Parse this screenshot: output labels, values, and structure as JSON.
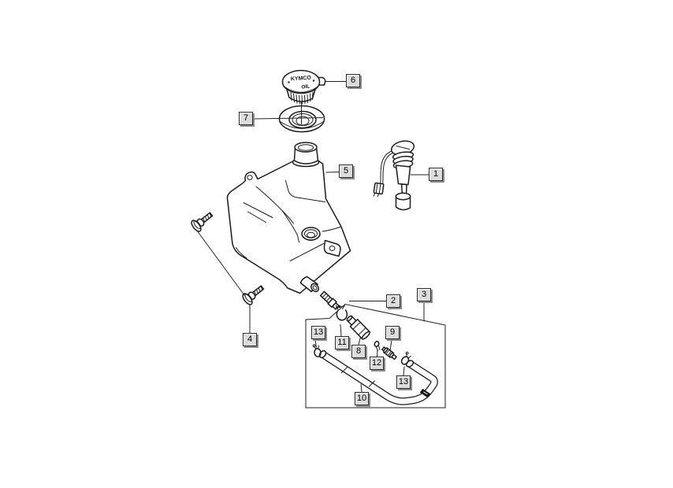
{
  "diagram_type": "exploded-parts-diagram",
  "cap_text": {
    "brand": "KYMCO",
    "oil": "OIL"
  },
  "callouts": [
    {
      "text": "1"
    },
    {
      "text": "2"
    },
    {
      "text": "3"
    },
    {
      "text": "4"
    },
    {
      "text": "5"
    },
    {
      "text": "6"
    },
    {
      "text": "7"
    },
    {
      "text": "8"
    },
    {
      "text": "9"
    },
    {
      "text": "10"
    },
    {
      "text": "11"
    },
    {
      "text": "12"
    },
    {
      "text": "13"
    },
    {
      "text": "13"
    }
  ],
  "colors": {
    "background": "#ffffff",
    "line": "#1c1c1c",
    "label_background": "#dcdcdc",
    "label_border": "#2b2b2b",
    "label_shadow": "#8c8c8c"
  }
}
